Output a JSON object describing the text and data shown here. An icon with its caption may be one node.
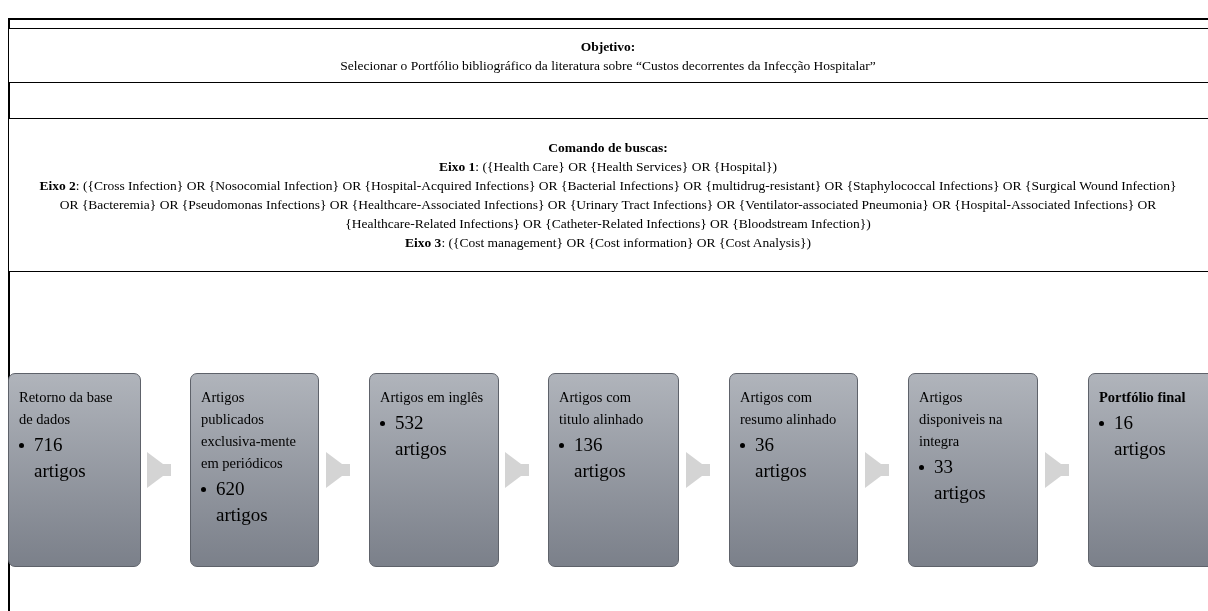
{
  "diagram": {
    "nodes": [
      {
        "text": [
          "Objetivo:",
          "Selecionar o Portfólio bibliográfico da literatura sobre “Custos decorrentes da Infecção Hospitalar”"
        ]
      },
      {
        "text": [
          "Comando de buscas:",
          "**Eixo 1**: ({Health Care} OR {Health Services} OR {Hospital})",
          "**Eixo 2**: ({Cross Infection} OR {Nosocomial Infection} OR {Hospital-Acquired Infections} OR {Bacterial Infections} OR {multidrug-resistant} OR {Staphylococcal Infections} OR {Surgical Wound Infection} OR {Bacteremia} OR {Pseudomonas Infections} OR {Healthcare-Associated Infections} OR {Urinary Tract Infections} OR {Ventilator-associated Pneumonia} OR {Hospital-Associated Infections} OR {Healthcare-Related Infections} OR {Catheter-Related Infections} OR {Bloodstream Infection})",
          "**Eixo 3**: ({Cost management} OR {Cost information} OR {Cost Analysis})"
        ]
      },
      {
        "text": [
          "Retorno da base de dados",
          "716 artigos"
        ]
      },
      {
        "text": [
          "Artigos publicados exclusiva-mente em periódicos",
          "620 artigos"
        ]
      },
      {
        "text": [
          "Artigos em inglês",
          "532 artigos"
        ]
      },
      {
        "text": [
          "Artigos com titulo alinhado",
          "136 artigos"
        ]
      },
      {
        "text": [
          "Artigos com resumo alinhado",
          "36 artigos"
        ]
      },
      {
        "text": [
          "Artigos disponiveis na integra",
          "33 artigos"
        ]
      },
      {
        "text": [
          "Portfólio final",
          "16 artigos"
        ]
      }
    ],
    "edges": [
      {
        "from": 2,
        "to": 3,
        "arrow": "to"
      },
      {
        "from": 3,
        "to": 4,
        "arrow": "to"
      },
      {
        "from": 4,
        "to": 5,
        "arrow": "to"
      },
      {
        "from": 5,
        "to": 6,
        "arrow": "to"
      },
      {
        "from": 6,
        "to": 7,
        "arrow": "to"
      },
      {
        "from": 7,
        "to": 8,
        "arrow": "to"
      }
    ]
  }
}
